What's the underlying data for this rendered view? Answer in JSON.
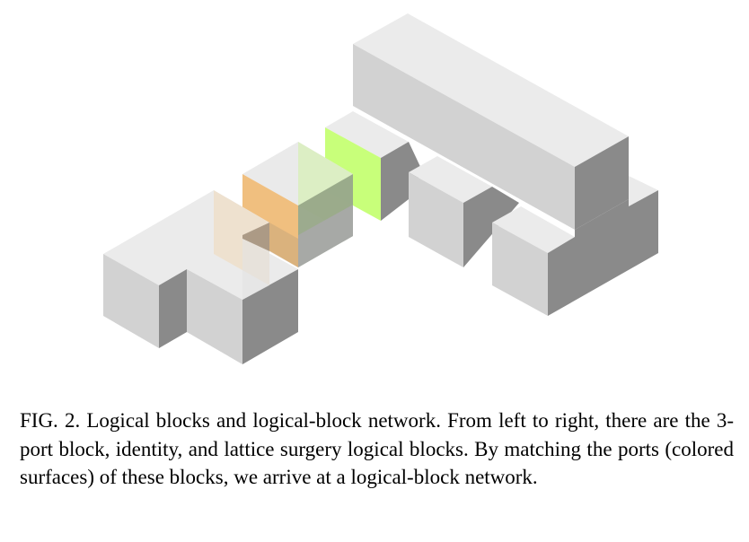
{
  "figure": {
    "caption_label": "FIG. 2.",
    "caption_text": "Logical blocks and logical-block network. From left to right, there are the 3-port block, identity, and lattice surgery logical blocks. By matching the ports (colored surfaces) of these blocks, we arrive at a logical-block network.",
    "colors": {
      "face_top": "#ebebeb",
      "face_left": "#d2d2d2",
      "face_right": "#8a8a8a",
      "port_orange": "#f0bf7f",
      "port_green": "#c8ff7a",
      "port_translucent_green": "#dbeec2",
      "port_translucent_orange": "#eedfca"
    },
    "blocks": [
      {
        "name": "3-port block"
      },
      {
        "name": "identity"
      },
      {
        "name": "lattice surgery"
      }
    ]
  }
}
